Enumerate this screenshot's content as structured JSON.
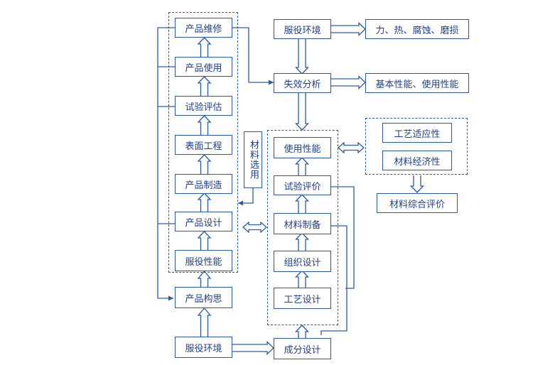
{
  "colors": {
    "line": "#2a5aa6",
    "text": "#1f3f86",
    "background": "#ffffff"
  },
  "left_column": {
    "product_maintenance": "产品维修",
    "product_use": "产品使用",
    "test_evaluation": "试验评估",
    "surface_engineering": "表面工程",
    "product_manufacture": "产品制造",
    "product_design": "产品设计",
    "service_performance": "服役性能",
    "product_concept": "产品构思",
    "service_environment": "服役环境"
  },
  "material_selection": "材料选用",
  "top": {
    "service_environment": "服役环境",
    "force_heat_corrosion_wear": "力、热、腐蚀、磨损",
    "failure_analysis": "失效分析",
    "basic_and_use_performance": "基本性能、使用性能"
  },
  "middle_column": {
    "use_performance": "使用性能",
    "test_evaluation": "试验评价",
    "material_preparation": "材料制备",
    "microstructure_design": "组织设计",
    "process_design": "工艺设计",
    "composition_design": "成分设计"
  },
  "right_group": {
    "process_adaptability": "工艺适应性",
    "material_economy": "材料经济性",
    "material_comprehensive_evaluation": "材料综合评价"
  }
}
